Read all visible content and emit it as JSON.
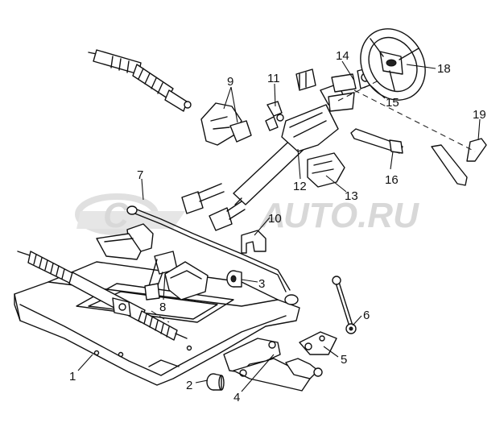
{
  "watermark": {
    "left": "C",
    "mid": "A",
    "right": "UTO.RU"
  },
  "callouts": [
    "1",
    "2",
    "3",
    "4",
    "5",
    "6",
    "7",
    "8",
    "9",
    "10",
    "11",
    "12",
    "13",
    "14",
    "15",
    "16",
    "18",
    "19"
  ]
}
